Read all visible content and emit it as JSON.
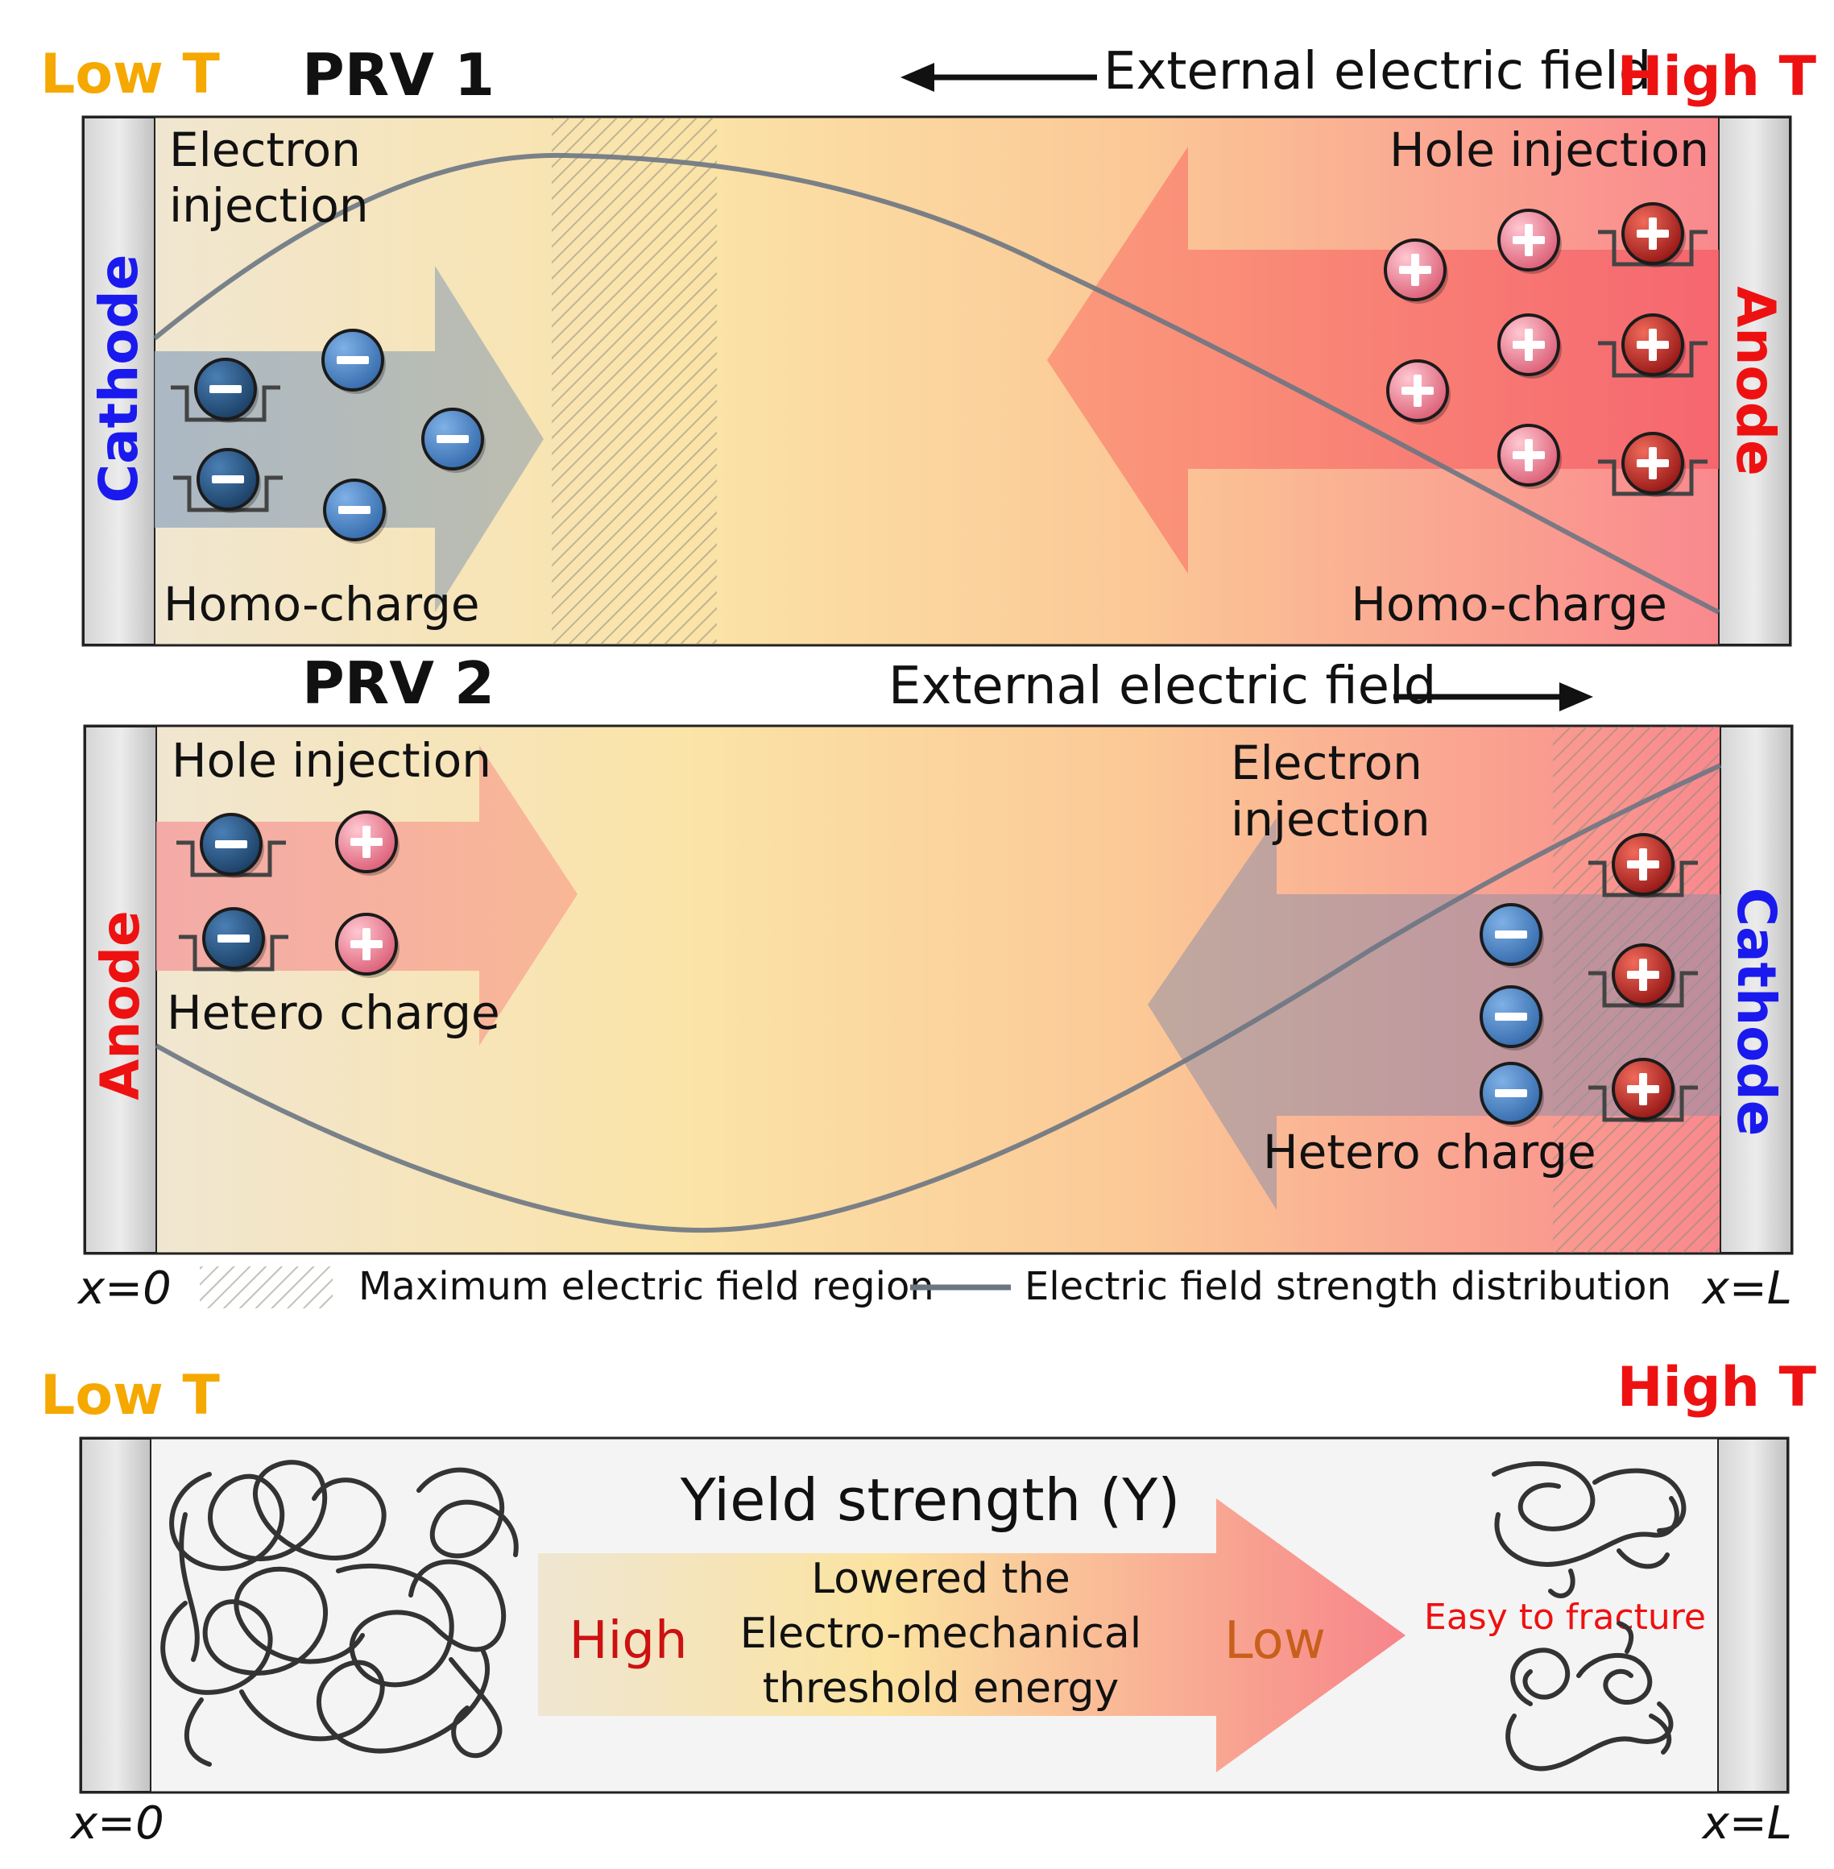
{
  "panel1": {
    "low_t": "Low T",
    "title": "PRV 1",
    "field_label": "External electric field",
    "high_t": "High T",
    "left_electrode": "Cathode",
    "right_electrode": "Anode",
    "left_injection": [
      "Electron",
      "injection"
    ],
    "right_injection": "Hole injection",
    "left_charge": "Homo-charge",
    "right_charge": "Homo-charge"
  },
  "panel2": {
    "title": "PRV 2",
    "field_label": "External electric field",
    "left_electrode": "Anode",
    "right_electrode": "Cathode",
    "left_injection": "Hole injection",
    "right_injection": [
      "Electron",
      "injection"
    ],
    "left_charge": "Hetero charge",
    "right_charge": "Hetero charge"
  },
  "legend": {
    "x_start": "x=0",
    "x_end": "x=L",
    "hatch_label": "Maximum electric field region",
    "line_label": "Electric field strength distribution"
  },
  "panel3": {
    "low_t": "Low T",
    "high_t": "High T",
    "title": "Yield strength (Y)",
    "arrow_text": [
      "Lowered the",
      "Electro-mechanical",
      "threshold energy"
    ],
    "high": "High",
    "low": "Low",
    "fracture": "Easy to fracture",
    "x_start": "x=0",
    "x_end": "x=L"
  },
  "colors": {
    "low_t": "#f5a800",
    "high_t": "#ee1111",
    "cathode": "#1a1aee",
    "anode": "#ee1111",
    "electron": "#3f7fc4",
    "trapped_electron": "#24507e",
    "hole": "#e8728c",
    "trapped_hole": "#b81e1e",
    "curve": "#6b7683"
  }
}
